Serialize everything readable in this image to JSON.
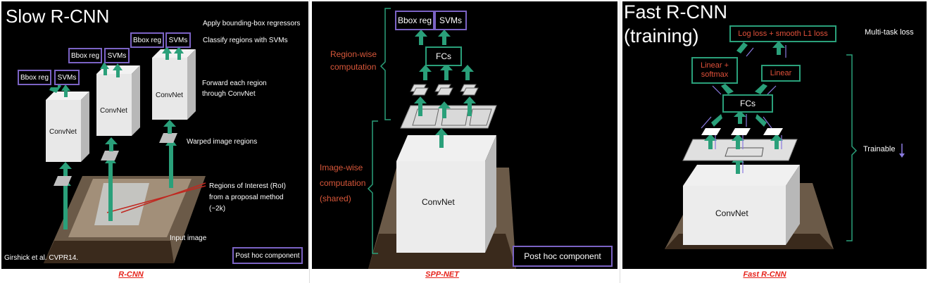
{
  "panel1": {
    "title": "Slow R-CNN",
    "apply_regressors": "Apply bounding-box regressors",
    "classify_svms": "Classify regions with SVMs",
    "forward_each": "Forward each region",
    "through_convnet": "through ConvNet",
    "warped": "Warped image regions",
    "roi_1": "Regions of Interest (RoI)",
    "roi_2": "from a proposal method",
    "roi_3": "(~2k)",
    "input_image": "Input image",
    "citation": "Girshick et al. CVPR14.",
    "post_hoc": "Post hoc component",
    "bbox_reg": "Bbox reg",
    "svms": "SVMs",
    "convnet": "ConvNet",
    "caption": "R-CNN"
  },
  "panel2": {
    "bbox_reg": "Bbox reg",
    "svms": "SVMs",
    "fcs": "FCs",
    "region_wise_1": "Region-wise",
    "region_wise_2": "computation",
    "image_wise_1": "Image-wise",
    "image_wise_2": "computation",
    "image_wise_3": "(shared)",
    "convnet": "ConvNet",
    "post_hoc": "Post hoc component",
    "caption": "SPP-NET"
  },
  "panel3": {
    "title_1": "Fast R-CNN",
    "title_2": "(training)",
    "loss": "Log loss + smooth L1 loss",
    "multitask": "Multi-task loss",
    "linear_softmax_1": "Linear +",
    "linear_softmax_2": "softmax",
    "linear": "Linear",
    "fcs": "FCs",
    "trainable": "Trainable",
    "convnet": "ConvNet",
    "caption": "Fast R-CNN"
  },
  "colors": {
    "arrow_green": "#2aa07a",
    "box_purple": "#7b63c4",
    "label_orange": "#d8573a",
    "caption_red": "#e6221a"
  }
}
